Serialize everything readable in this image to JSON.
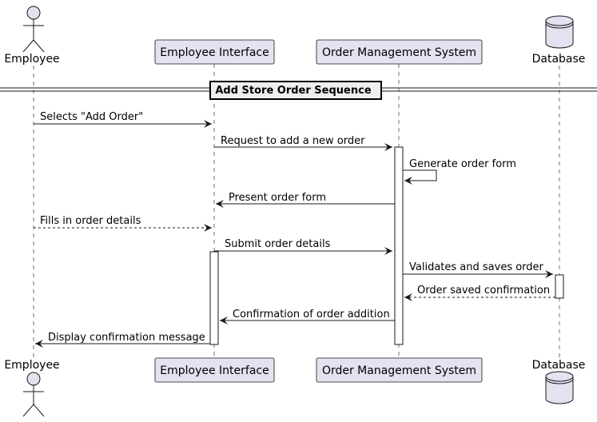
{
  "participants": {
    "employee": "Employee",
    "ui": "Employee Interface",
    "oms": "Order Management System",
    "db": "Database"
  },
  "section_title": "Add Store Order Sequence",
  "messages": [
    "Selects \"Add Order\"",
    "Request to add a new order",
    "Generate order form",
    "Present order form",
    "Fills in order details",
    "Submit order details",
    "Validates and saves order",
    "Order saved confirmation",
    "Confirmation of order addition",
    "Display confirmation message"
  ],
  "colors": {
    "participant_fill": "#E2E2F0",
    "participant_border": "#181818",
    "section_fill": "#EEEEEE",
    "lifeline": "#181818"
  }
}
